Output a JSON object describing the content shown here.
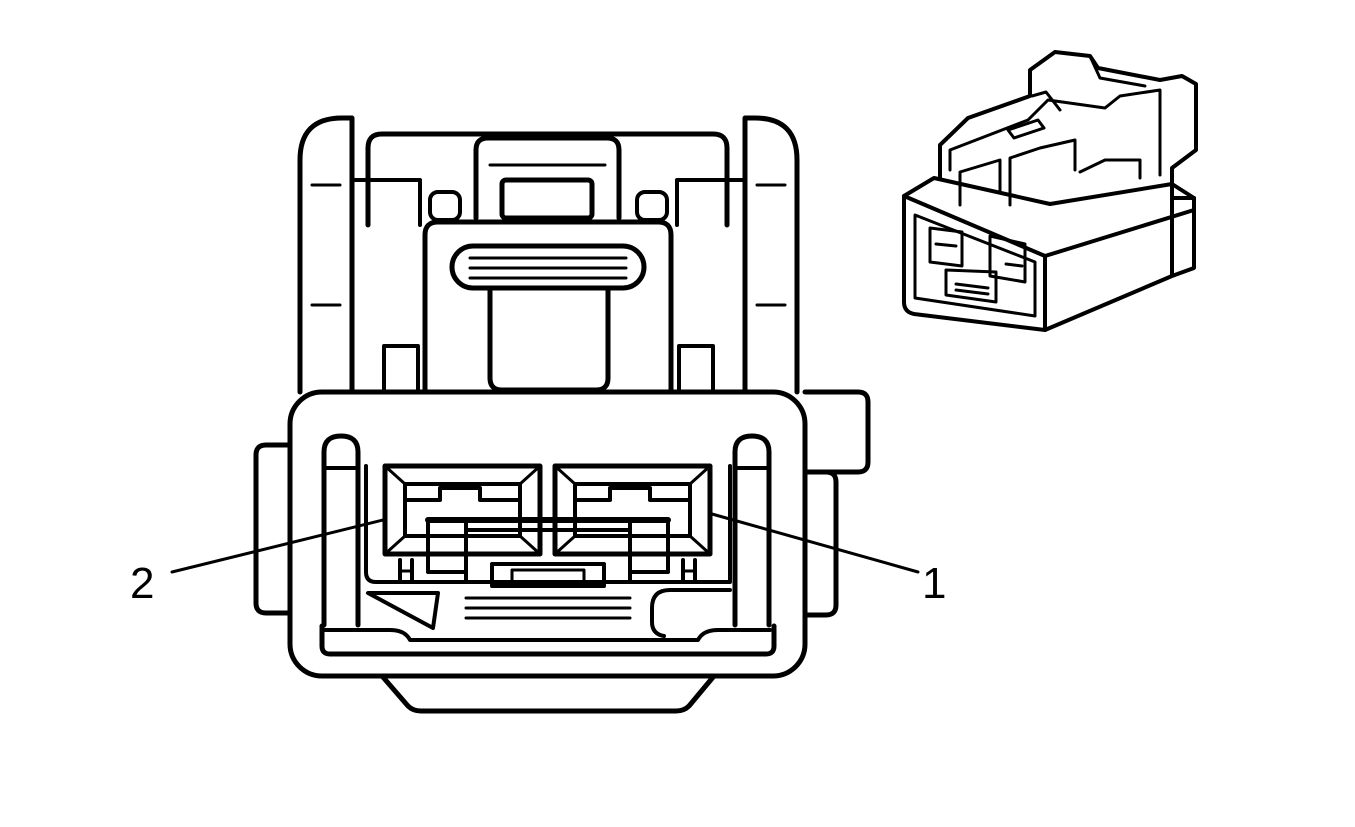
{
  "diagram": {
    "type": "connector-end-view",
    "line_color": "#000000",
    "background": "#ffffff",
    "pins": [
      {
        "label": "1",
        "side": "right"
      },
      {
        "label": "2",
        "side": "left"
      }
    ]
  }
}
